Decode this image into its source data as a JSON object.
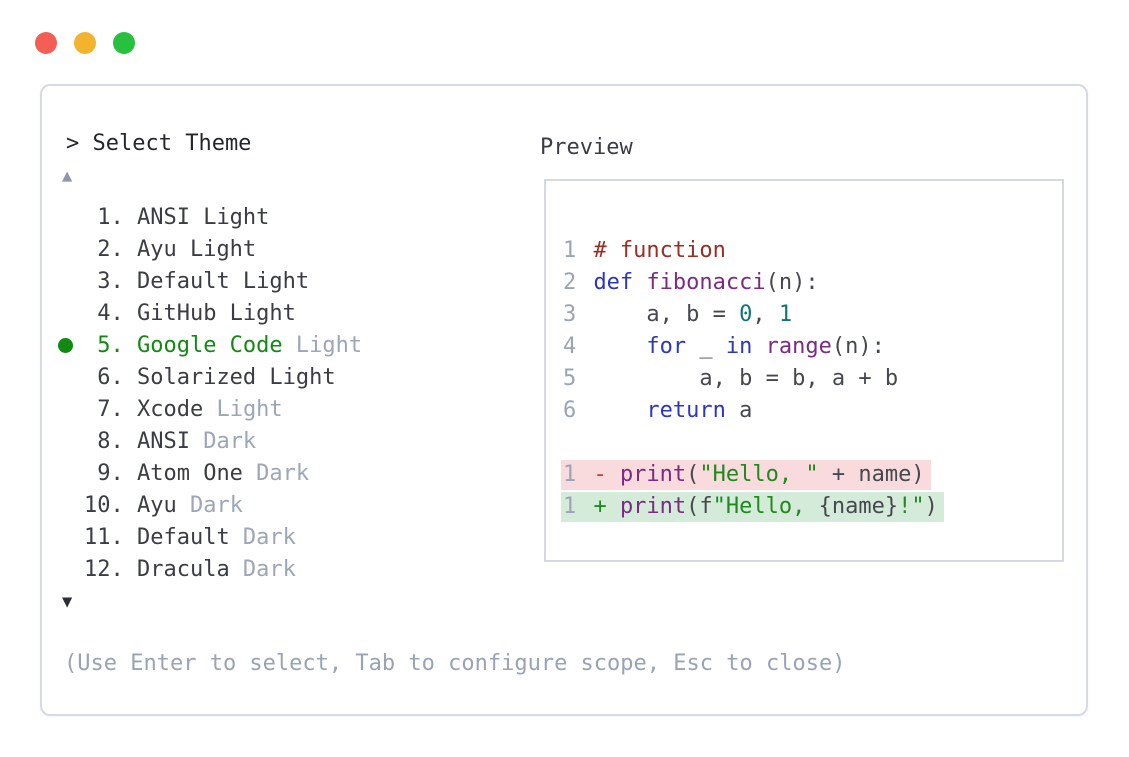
{
  "window": {
    "controls": [
      {
        "name": "close-button",
        "color_key": "dot_red"
      },
      {
        "name": "minimize-button",
        "color_key": "dot_yellow"
      },
      {
        "name": "maximize-button",
        "color_key": "dot_green"
      }
    ]
  },
  "picker": {
    "title": "> Select Theme",
    "scroll_up": "▲",
    "scroll_down": "▼",
    "help": "(Use Enter to select, Tab to configure scope, Esc to close)",
    "themes": [
      {
        "num": "1.",
        "selected": false,
        "segments": [
          {
            "t": "ANSI Light",
            "s": "dark"
          }
        ]
      },
      {
        "num": "2.",
        "selected": false,
        "segments": [
          {
            "t": "Ayu Light",
            "s": "dark"
          }
        ]
      },
      {
        "num": "3.",
        "selected": false,
        "segments": [
          {
            "t": "Default Light",
            "s": "dark"
          }
        ]
      },
      {
        "num": "4.",
        "selected": false,
        "segments": [
          {
            "t": "GitHub Light",
            "s": "dark"
          }
        ]
      },
      {
        "num": "5.",
        "selected": true,
        "segments": [
          {
            "t": "Google Code",
            "s": "selected"
          },
          {
            "t": " Light",
            "s": "muted"
          }
        ]
      },
      {
        "num": "6.",
        "selected": false,
        "segments": [
          {
            "t": "Solarized Light",
            "s": "dark"
          }
        ]
      },
      {
        "num": "7.",
        "selected": false,
        "segments": [
          {
            "t": "Xcode",
            "s": "dark"
          },
          {
            "t": " Light",
            "s": "muted"
          }
        ]
      },
      {
        "num": "8.",
        "selected": false,
        "segments": [
          {
            "t": "ANSI",
            "s": "dark"
          },
          {
            "t": " Dark",
            "s": "muted"
          }
        ]
      },
      {
        "num": "9.",
        "selected": false,
        "segments": [
          {
            "t": "Atom One",
            "s": "dark"
          },
          {
            "t": " Dark",
            "s": "muted"
          }
        ]
      },
      {
        "num": "10.",
        "selected": false,
        "segments": [
          {
            "t": "Ayu",
            "s": "dark"
          },
          {
            "t": " Dark",
            "s": "muted"
          }
        ]
      },
      {
        "num": "11.",
        "selected": false,
        "segments": [
          {
            "t": "Default",
            "s": "dark"
          },
          {
            "t": " Dark",
            "s": "muted"
          }
        ]
      },
      {
        "num": "12.",
        "selected": false,
        "segments": [
          {
            "t": "Dracula",
            "s": "dark"
          },
          {
            "t": " Dark",
            "s": "muted"
          }
        ]
      }
    ]
  },
  "preview": {
    "label": "Preview",
    "lines": [
      {
        "num": "1",
        "diff": null,
        "tokens": [
          {
            "t": "# function",
            "y": "com"
          }
        ]
      },
      {
        "num": "2",
        "diff": null,
        "tokens": [
          {
            "t": "def",
            "y": "kwd"
          },
          {
            "t": " ",
            "y": "pln"
          },
          {
            "t": "fibonacci",
            "y": "fn"
          },
          {
            "t": "(n):",
            "y": "pln"
          }
        ]
      },
      {
        "num": "3",
        "diff": null,
        "tokens": [
          {
            "t": "    a, b = ",
            "y": "pln"
          },
          {
            "t": "0",
            "y": "lit"
          },
          {
            "t": ", ",
            "y": "pln"
          },
          {
            "t": "1",
            "y": "lit"
          }
        ]
      },
      {
        "num": "4",
        "diff": null,
        "tokens": [
          {
            "t": "    ",
            "y": "pln"
          },
          {
            "t": "for",
            "y": "kwd"
          },
          {
            "t": " _ ",
            "y": "pln"
          },
          {
            "t": "in",
            "y": "kwd"
          },
          {
            "t": " ",
            "y": "pln"
          },
          {
            "t": "range",
            "y": "fn"
          },
          {
            "t": "(n):",
            "y": "pln"
          }
        ]
      },
      {
        "num": "5",
        "diff": null,
        "tokens": [
          {
            "t": "        a, b = b, a + b",
            "y": "pln"
          }
        ]
      },
      {
        "num": "6",
        "diff": null,
        "tokens": [
          {
            "t": "    ",
            "y": "pln"
          },
          {
            "t": "return",
            "y": "kwd"
          },
          {
            "t": " a",
            "y": "pln"
          }
        ]
      },
      {
        "num": "",
        "diff": null,
        "tokens": []
      },
      {
        "num": "1",
        "diff": "del",
        "tokens": [
          {
            "t": "- ",
            "y": "del-sign"
          },
          {
            "t": "print",
            "y": "fn"
          },
          {
            "t": "(",
            "y": "pln"
          },
          {
            "t": "\"Hello, \"",
            "y": "str"
          },
          {
            "t": " + name)",
            "y": "pln"
          }
        ]
      },
      {
        "num": "1",
        "diff": "add",
        "tokens": [
          {
            "t": "+ ",
            "y": "add-sign"
          },
          {
            "t": "print",
            "y": "fn"
          },
          {
            "t": "(f",
            "y": "pln"
          },
          {
            "t": "\"Hello, ",
            "y": "str"
          },
          {
            "t": "{name}",
            "y": "pln"
          },
          {
            "t": "!\"",
            "y": "str"
          },
          {
            "t": ")",
            "y": "pln"
          }
        ]
      }
    ]
  },
  "colors": {
    "dot_red": "#f35f55",
    "dot_yellow": "#f2b32d",
    "dot_green": "#27c13d",
    "panel_border": "#d6dae2",
    "preview_border": "#d4d8e0",
    "text_header": "#24272e",
    "text_dark": "#3a3d44",
    "text_muted": "#9ca6b8",
    "text_help": "#99a3b5",
    "selected_green": "#128a12",
    "arrow_up": "#8d97a9",
    "arrow_down": "#2b2e33",
    "line_number": "#9aa4b6",
    "token_com": "#9c2d24",
    "token_kwd": "#2d35c3",
    "token_fn": "#7c2a85",
    "token_lit": "#0e7575",
    "token_str": "#1e8a1e",
    "token_pln": "#45484e",
    "diff_del_sign": "#c4423a",
    "diff_add_sign": "#1e8a1e",
    "diff_del_bg": "#f9dbde",
    "diff_add_bg": "#d5ebd9"
  }
}
